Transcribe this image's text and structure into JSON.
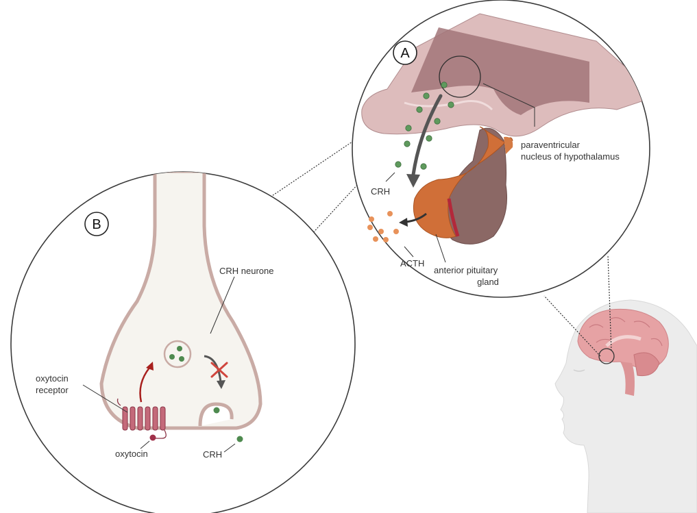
{
  "panels": {
    "a": {
      "badge": "A"
    },
    "b": {
      "badge": "B"
    }
  },
  "labels": {
    "pvn_line1": "paraventricular",
    "pvn_line2": "nucleus of hypothalamus",
    "crh_top": "CRH",
    "acth": "ACTH",
    "pituitary_line1": "anterior pituitary",
    "pituitary_line2": "gland",
    "crh_neurone": "CRH neurone",
    "oxt_receptor_line1": "oxytocin",
    "oxt_receptor_line2": "receptor",
    "oxytocin": "oxytocin",
    "crh_bottom": "CRH"
  },
  "colors": {
    "crh_vesicle": "#4e8a4f",
    "acth": "#e8925a",
    "oxytocin": "#a0304a",
    "receptor": "#c46a7a",
    "inhibition": "#d0463e",
    "stimulation": "#a8201e",
    "neurone_fill": "#f6f4ef",
    "neurone_stroke": "#c7aaa4",
    "pituitary_anterior": "#cf6f38",
    "pituitary_posterior": "#8a6460",
    "hypothalamus": "#c99ea0",
    "brain": "#e3a1a3",
    "head": "#e9e9e9"
  },
  "icons": [
    "down-arrow-icon",
    "inhibition-x-icon",
    "stimulation-arrow-icon"
  ]
}
